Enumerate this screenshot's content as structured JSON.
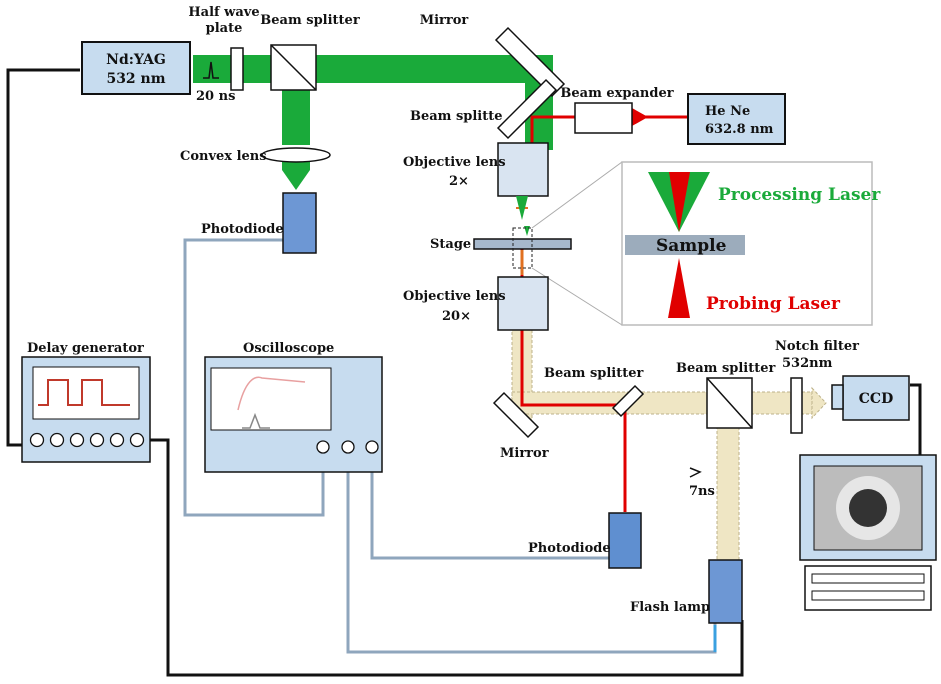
{
  "labels": {
    "ndyag": "Nd:YAG",
    "ndyag_wl": "532 nm",
    "half_wave_1": "Half wave",
    "half_wave_2": "plate",
    "pulse_20ns": "20 ns",
    "beam_splitter_top": "Beam splitter",
    "mirror_top": "Mirror",
    "beam_splitter_left": "Beam splitte",
    "beam_expander": "Beam expander",
    "hene": "He Ne",
    "hene_wl": "632.8 nm",
    "convex_lens": "Convex lens",
    "photodiode_top": "Photodiode",
    "objective_top_1": "Objective lens",
    "objective_top_2": "2×",
    "stage": "Stage",
    "objective_bottom_1": "Objective lens",
    "objective_bottom_2": "20×",
    "delay_generator": "Delay generator",
    "oscilloscope": "Oscilloscope",
    "beam_splitter_mid": "Beam splitter",
    "beam_splitter_right": "Beam splitter",
    "notch_filter_1": "Notch filter",
    "notch_filter_2": "532nm",
    "ccd": "CCD",
    "mirror_bottom": "Mirror",
    "pulse_7ns": "7ns",
    "photodiode_bottom": "Photodiode",
    "flash_lamp": "Flash lamp",
    "inset_processing": "Processing Laser",
    "inset_sample": "Sample",
    "inset_probing": "Probing Laser"
  },
  "colors": {
    "green_beam": "#1aaa3a",
    "red_beam": "#e00000",
    "yellow_beam": "#efe6c4",
    "box_fill": "#c7dcef",
    "box_dark": "#5f8fd0",
    "cable_grey": "#8fa6bd",
    "cable_black": "#111111",
    "processing_text": "#1aaa3a",
    "probing_text": "#e00000"
  }
}
